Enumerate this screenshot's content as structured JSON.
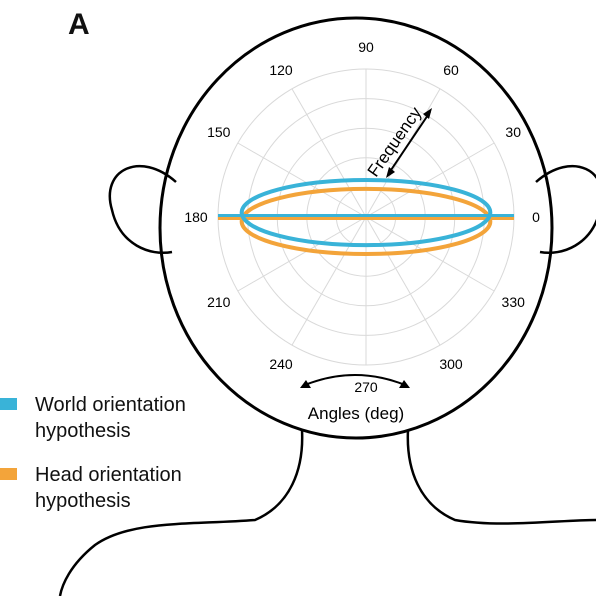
{
  "figure": {
    "panel_label": "A"
  },
  "polar_plot": {
    "angle_labels": [
      "0",
      "30",
      "60",
      "90",
      "120",
      "150",
      "180",
      "210",
      "240",
      "270",
      "300",
      "330"
    ],
    "angle_values": [
      0,
      30,
      60,
      90,
      120,
      150,
      180,
      210,
      240,
      270,
      300,
      330
    ],
    "radial_annotation": "Frequency",
    "angular_annotation": "Angles (deg)"
  },
  "legend": {
    "items": [
      {
        "line1": "World orientation",
        "line2": "hypothesis",
        "color": "#39b3d8"
      },
      {
        "line1": "Head orientation",
        "line2": "hypothesis",
        "color": "#f3a43a"
      }
    ]
  },
  "chart_data": {
    "type": "polar",
    "theta_unit": "deg",
    "theta_ticks": [
      0,
      30,
      60,
      90,
      120,
      150,
      180,
      210,
      240,
      270,
      300,
      330
    ],
    "radial_axis": "Frequency",
    "angular_axis": "Angles (deg)",
    "series": [
      {
        "name": "World orientation hypothesis",
        "color": "#39b3d8",
        "description_shape": "horizontal ellipse centered slightly above origin with a horizontal line through 0–180",
        "peak_angles_deg": [
          0,
          180
        ],
        "relative_width": 1.0,
        "relative_height": 0.22,
        "vertical_offset": 0.03
      },
      {
        "name": "Head orientation hypothesis",
        "color": "#f3a43a",
        "description_shape": "horizontal ellipse centered slightly below origin with a horizontal line through 0–180",
        "peak_angles_deg": [
          0,
          180
        ],
        "relative_width": 1.0,
        "relative_height": 0.22,
        "vertical_offset": -0.03
      }
    ]
  }
}
